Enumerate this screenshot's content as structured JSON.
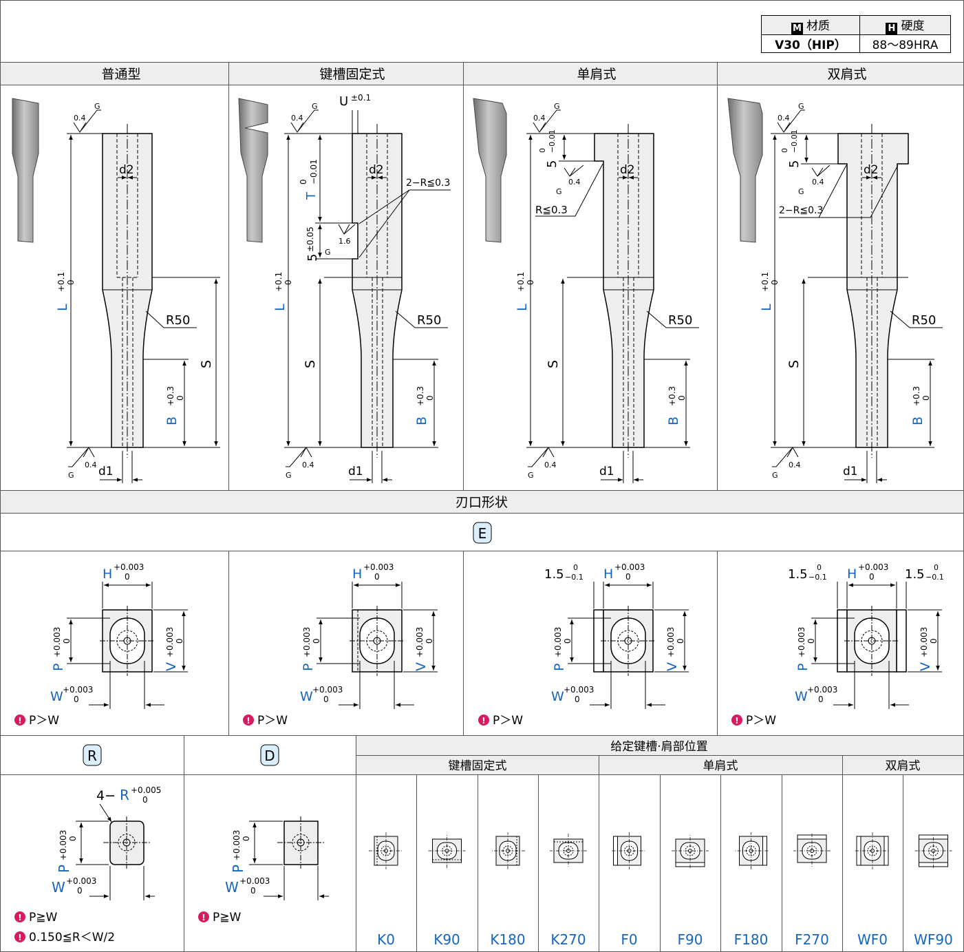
{
  "materials": {
    "m_badge": "M",
    "m_label": "材质",
    "h_badge": "H",
    "h_label": "硬度",
    "material": "V30（HIP）",
    "hardness": "88～89HRA"
  },
  "types": [
    "普通型",
    "键槽固定式",
    "单肩式",
    "双肩式"
  ],
  "edge_section": {
    "title": "刃口形状",
    "E": "E",
    "R": "R",
    "D": "D",
    "note_pw": "P＞W",
    "note_pge": "P≧W",
    "note_r": "0.150≦R＜W/2"
  },
  "positions": {
    "title": "给定键槽·肩部位置",
    "groups": [
      "键槽固定式",
      "单肩式",
      "双肩式"
    ],
    "codes": [
      "K0",
      "K90",
      "K180",
      "K270",
      "F0",
      "F90",
      "F180",
      "F270",
      "WF0",
      "WF90"
    ]
  },
  "dims": {
    "L": "L",
    "S": "S",
    "B": "B",
    "d1": "d1",
    "d2": "d2",
    "T": "T",
    "U": "U",
    "H": "H",
    "P": "P",
    "V": "V",
    "W": "W",
    "R": "R",
    "tol_01": "+0.1",
    "tol_03": "+0.3",
    "tol_003": "+0.003",
    "tol_0005": "+0.005",
    "tol_zero": "0",
    "tol_m001": "−0.01",
    "tol_m01": "−0.1",
    "tol_pm01": "±0.1",
    "tol_pm005": "±0.05",
    "r50": "R50",
    "r03_2": "2−R≦0.3",
    "r03": "R≦0.3",
    "rough04": "0.4",
    "rough16": "1.6",
    "g": "G",
    "n5": "5",
    "n15": "1.5",
    "n4dash": "4−"
  },
  "colors": {
    "blue": "#1565c0",
    "accent": "#d81b60",
    "header_bg": "#eeeeee",
    "part_fill": "#eeeeee"
  }
}
